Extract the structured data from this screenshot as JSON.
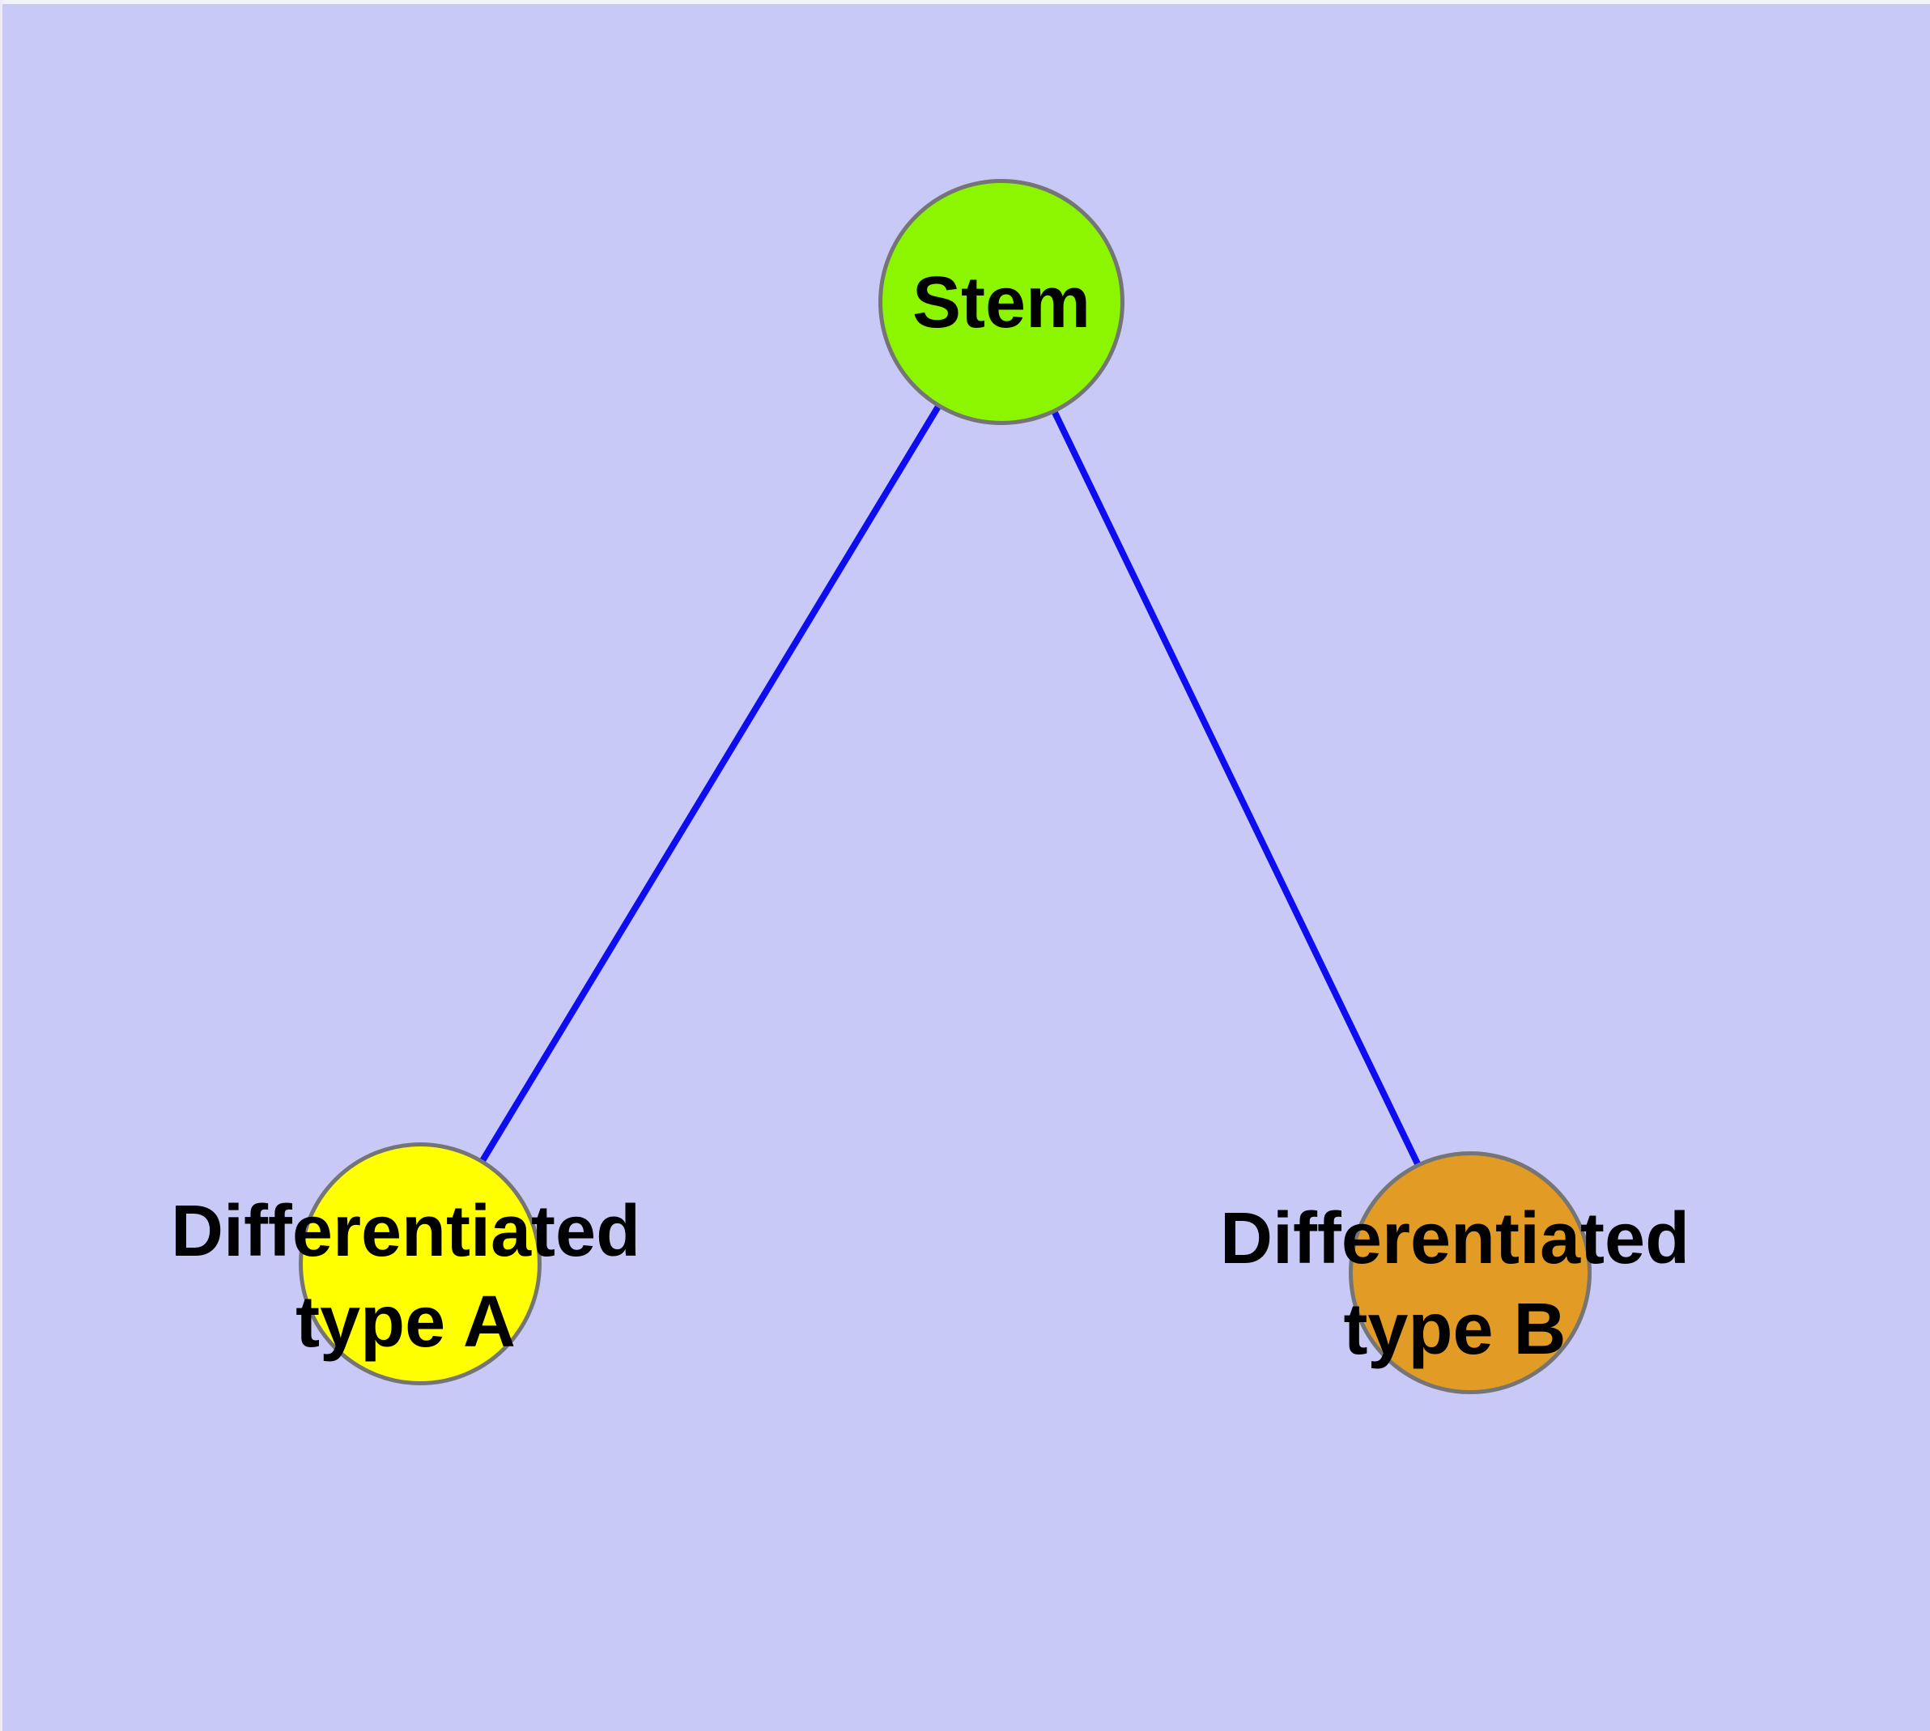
{
  "diagram": {
    "background_color": "#C9C9F7",
    "edge_color": "#0D0DF0",
    "node_border_color": "#757575",
    "nodes": [
      {
        "id": "stem",
        "label": "Stem",
        "fill": "#8CF600"
      },
      {
        "id": "type-a",
        "label_line1": "Differentiated",
        "label_line2": "type A",
        "fill": "#FFFF00"
      },
      {
        "id": "type-b",
        "label_line1": "Differentiated",
        "label_line2": "type B",
        "fill": "#E29B25"
      }
    ],
    "edges": [
      {
        "from": "stem",
        "to": "type-a"
      },
      {
        "from": "stem",
        "to": "type-b"
      }
    ]
  }
}
